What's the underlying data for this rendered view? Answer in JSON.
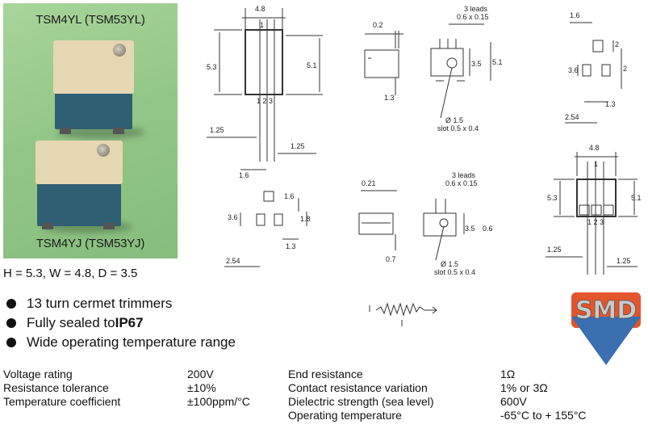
{
  "photo": {
    "caption_top": "TSM4YL (TSM53YL)",
    "caption_bottom": "TSM4YJ (TSM53YJ)"
  },
  "dimensions_line": "H = 5.3, W = 4.8, D = 3.5",
  "features": [
    {
      "text": "13 turn cermet trimmers",
      "bold_suffix": ""
    },
    {
      "text": "Fully sealed to ",
      "bold_suffix": "IP67"
    },
    {
      "text": "Wide operating temperature range",
      "bold_suffix": ""
    }
  ],
  "specs_left": [
    {
      "label": "Voltage rating",
      "value": "200V"
    },
    {
      "label": "Resistance tolerance",
      "value": "±10%"
    },
    {
      "label": "Temperature coefficient",
      "value": "±100ppm/°C"
    }
  ],
  "specs_right": [
    {
      "label": "End resistance",
      "value": "1Ω"
    },
    {
      "label": "Contact resistance variation",
      "value": "1% or 3Ω"
    },
    {
      "label": "Dielectric strength (sea level)",
      "value": "600V"
    },
    {
      "label": "Operating temperature",
      "value": "-65°C to + 155°C"
    }
  ],
  "drawing_labels": {
    "d1_w": "4.8",
    "d1_1": "1",
    "d1_h_l": "5.3",
    "d1_h_r": "5.1",
    "d1_pins": "1 2 3",
    "d1_p1": "1.25",
    "d1_p2": "1.25",
    "d2_a": "0.2",
    "d2_leads": "3 leads",
    "d2_lead_dim": "0.6 x 0.15",
    "d2_35": "3.5",
    "d2_51": "5.1",
    "d2_13": "1.3",
    "d2_hole": "Ø 1.5",
    "d2_slot": "slot 0.5 x 0.4",
    "d3_16": "1.6",
    "d3_2a": "2",
    "d3_36": "3.6",
    "d3_2b": "2",
    "d3_13": "1.3",
    "d3_254": "2.54",
    "d4_16": "1.6",
    "d4_16b": "1.6",
    "d4_36": "3.6",
    "d4_18": "1.8",
    "d4_13": "1.3",
    "d4_254": "2.54",
    "d5_021": "0.21",
    "d5_leads": "3 leads",
    "d5_lead_dim": "0.6 x 0.15",
    "d5_35": "3.5",
    "d5_06": "0.6",
    "d5_07": "0.7",
    "d5_hole": "Ø 1.5",
    "d5_slot": "slot 0.5 x 0.4",
    "d6_48": "4.8",
    "d6_1": "1",
    "d6_53": "5.3",
    "d6_51": "5.1",
    "d6_pins": "1 2 3",
    "d6_125a": "1.25",
    "d6_125b": "1.25"
  },
  "logo": {
    "text": "SMD",
    "color_top": "#e3552b",
    "color_triangle": "#3a6fb0"
  },
  "colors": {
    "photo_bg": "#93c788",
    "part_body": "#2e5f73",
    "part_cap": "#e6d7b3"
  }
}
